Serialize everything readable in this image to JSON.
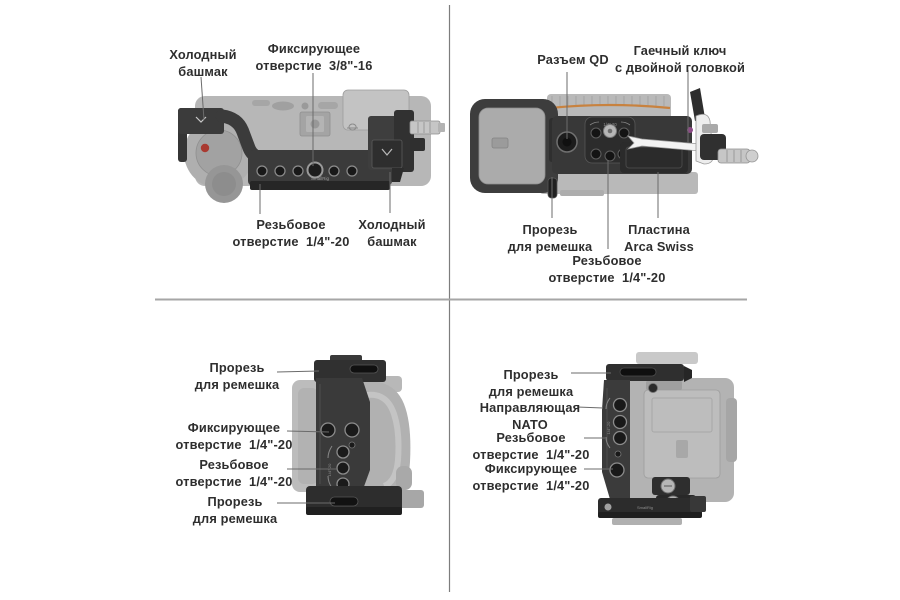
{
  "palette": {
    "cage_dark": "#3a3a3a",
    "body_ghost": "#b6b6b6",
    "record_red": "#a93a31",
    "lens_ring_orange": "#c8823f",
    "wrench_white": "#f3f3f3",
    "wrench_accent_magenta": "#8c4a86",
    "divider_gray": "#a6a6a6",
    "label_text": "#2e2e2e"
  },
  "engravings": {
    "brand": "SmallRig",
    "thread_mark": "1/4\"-20"
  },
  "quadrants": {
    "top_left": {
      "view": "top",
      "labels": [
        {
          "id": "cold-shoe-left",
          "lines": [
            "Холодный",
            "башмак"
          ]
        },
        {
          "id": "locating-hole-38",
          "lines": [
            "Фиксирующее",
            "отверстие  3/8\"-16"
          ]
        },
        {
          "id": "threaded-hole-14",
          "lines": [
            "Резьбовое",
            "отверстие  1/4\"-20"
          ]
        },
        {
          "id": "cold-shoe-right",
          "lines": [
            "Холодный",
            "башмак"
          ]
        }
      ]
    },
    "top_right": {
      "view": "bottom",
      "labels": [
        {
          "id": "qd-socket",
          "lines": [
            "Разъем QD"
          ]
        },
        {
          "id": "wrench",
          "lines": [
            "Гаечный ключ",
            "с двойной головкой"
          ]
        },
        {
          "id": "strap-slot",
          "lines": [
            "Прорезь",
            "для ремешка"
          ]
        },
        {
          "id": "arca-plate",
          "lines": [
            "Пластина",
            "Arca Swiss"
          ]
        },
        {
          "id": "threaded-hole-14",
          "lines": [
            "Резьбовое",
            "отверстие  1/4\"-20"
          ]
        }
      ]
    },
    "bottom_left": {
      "view": "grip-side",
      "labels": [
        {
          "id": "strap-slot-top",
          "lines": [
            "Прорезь",
            "для ремешка"
          ]
        },
        {
          "id": "locating-hole-14",
          "lines": [
            "Фиксирующее",
            "отверстие  1/4\"-20"
          ]
        },
        {
          "id": "threaded-hole-14",
          "lines": [
            "Резьбовое",
            "отверстие  1/4\"-20"
          ]
        },
        {
          "id": "strap-slot-bottom",
          "lines": [
            "Прорезь",
            "для ремешка"
          ]
        }
      ]
    },
    "bottom_right": {
      "view": "port-side",
      "labels": [
        {
          "id": "strap-slot",
          "lines": [
            "Прорезь",
            "для ремешка"
          ]
        },
        {
          "id": "nato-rail",
          "lines": [
            "Направляющая",
            "NATO"
          ]
        },
        {
          "id": "threaded-hole-14",
          "lines": [
            "Резьбовое",
            "отверстие  1/4\"-20"
          ]
        },
        {
          "id": "locating-hole-14",
          "lines": [
            "Фиксирующее",
            "отверстие  1/4\"-20"
          ]
        }
      ]
    }
  }
}
